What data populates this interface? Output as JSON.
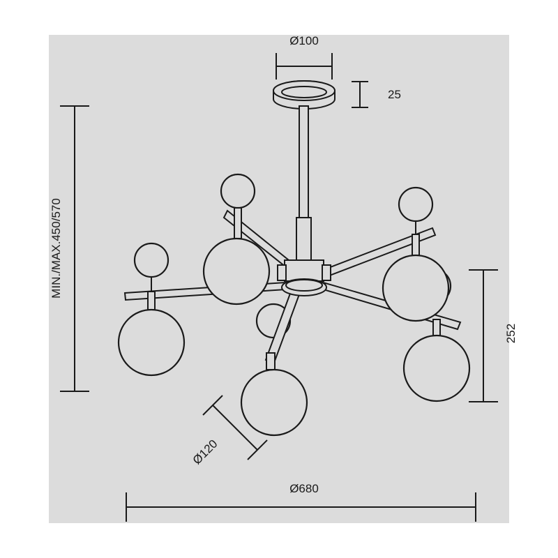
{
  "dimensions": {
    "canopy_diameter": "Ø100",
    "canopy_height": "25",
    "height_range": "MIN./MAX.450/570",
    "globe_diameter": "Ø120",
    "shade_height": "252",
    "overall_diameter": "Ø680"
  },
  "colors": {
    "background": "#dcdcdc",
    "line": "#1a1a1a"
  }
}
